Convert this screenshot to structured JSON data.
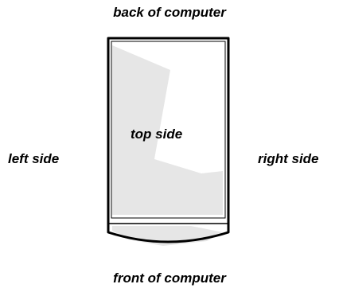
{
  "diagram": {
    "back_label": "back of computer",
    "front_label": "front of computer",
    "left_label": "left side",
    "right_label": "right side",
    "top_label": "top side"
  },
  "colors": {
    "outline": "#000000",
    "shading": "#e6e6e6",
    "background": "#ffffff"
  }
}
